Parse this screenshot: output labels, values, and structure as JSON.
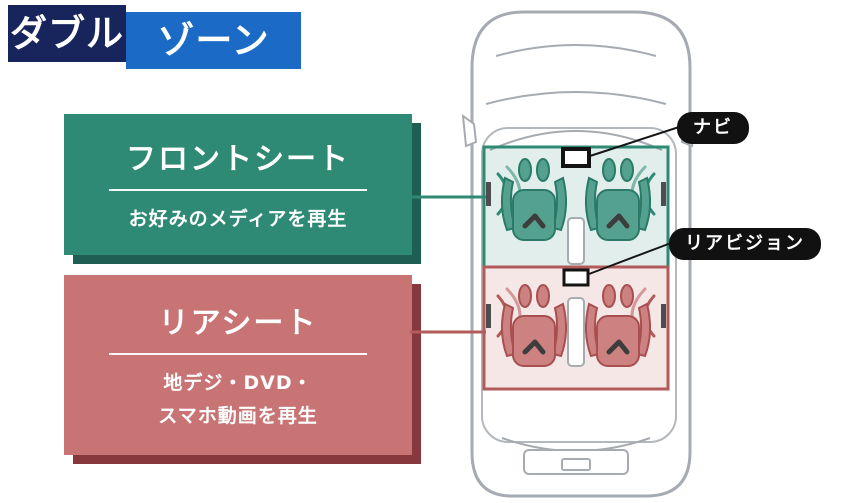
{
  "title": {
    "zone_label_dark": "ダブル",
    "zone_label_blue": "ゾーン"
  },
  "cards": {
    "front": {
      "title": "フロントシート",
      "subtitle": "お好みのメディアを再生"
    },
    "rear": {
      "title": "リアシート",
      "subtitle_line1": "地デジ・DVD・",
      "subtitle_line2": "スマホ動画を再生"
    }
  },
  "callouts": {
    "navi": "ナビ",
    "rear_vision": "リアビジョン"
  },
  "colors": {
    "navy": "#17255c",
    "blue": "#1a6ac6",
    "front_zone": "#2e8a75",
    "front_zone_shadow": "#1d5f50",
    "rear_zone": "#c87474",
    "rear_zone_shadow": "#87383c",
    "callout_bg": "#111111",
    "car_outline": "#a6abb1"
  }
}
